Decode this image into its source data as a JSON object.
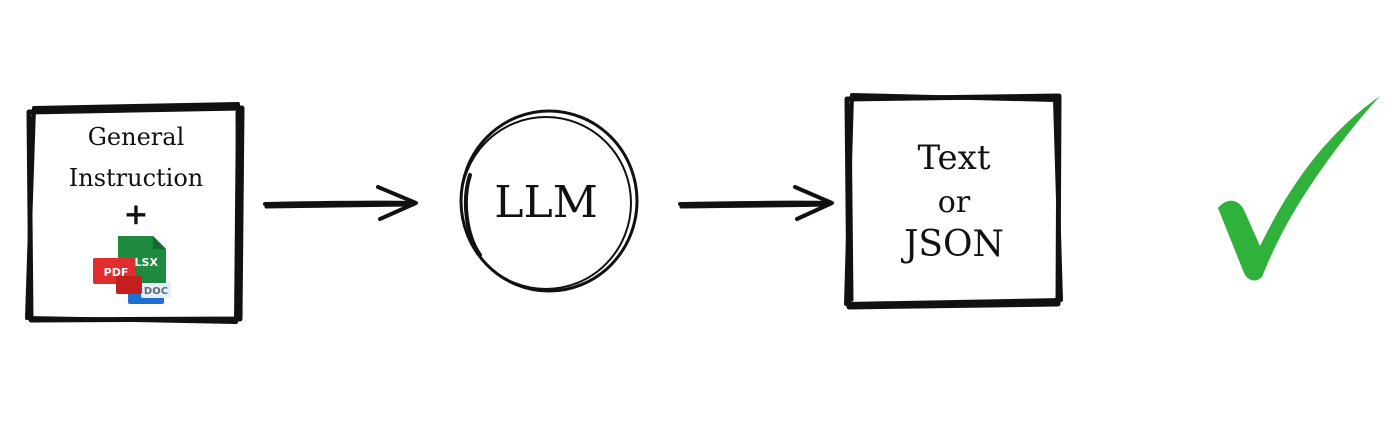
{
  "input_box": {
    "line1": "General",
    "line2": "Instruction",
    "plus": "+",
    "files_icon": {
      "name": "document-files-icon",
      "labels": {
        "xlsx": "XLSX",
        "pdf": "PDF",
        "doc": "DOC"
      },
      "colors": {
        "xlsx": "#1e8a3f",
        "pdf": "#e02d2d",
        "doc": "#1e6fd0"
      }
    }
  },
  "model": {
    "label": "LLM"
  },
  "output_box": {
    "line1": "Text",
    "line2": "or",
    "line3": "JSON"
  },
  "result": {
    "icon": "checkmark-icon",
    "color": "#2fb13b"
  },
  "colors": {
    "ink": "#111111",
    "background": "#ffffff"
  }
}
